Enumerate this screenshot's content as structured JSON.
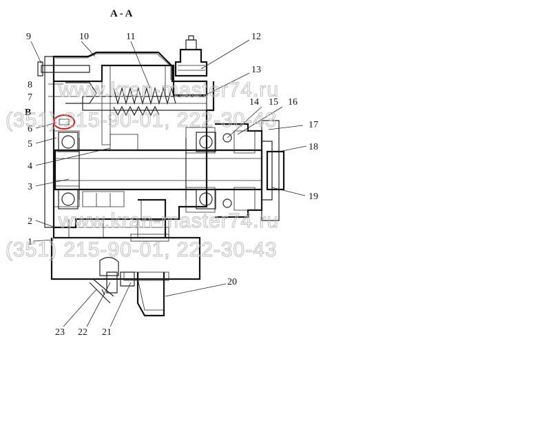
{
  "title": "A - A",
  "section_marker": "B",
  "watermark": {
    "site": "www.kran-master74.ru",
    "phones": "(351) 215-90-01, 222-30-43"
  },
  "callouts": [
    "1",
    "2",
    "3",
    "4",
    "5",
    "6",
    "7",
    "8",
    "9",
    "10",
    "11",
    "12",
    "13",
    "14",
    "15",
    "16",
    "17",
    "18",
    "19",
    "20",
    "21",
    "22",
    "23"
  ],
  "highlight_color": "#e01010"
}
